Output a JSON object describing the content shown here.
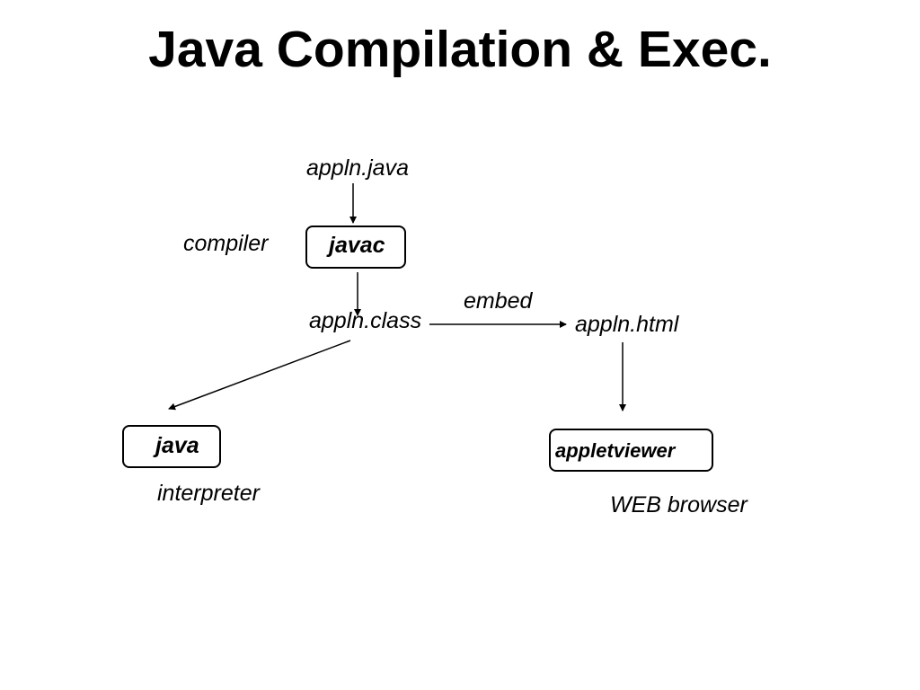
{
  "slide": {
    "title": "Java Compilation & Exec."
  },
  "nodes": {
    "source_file": "appln.java",
    "compiler_label": "compiler",
    "compiler_box": "javac",
    "class_file": "appln.class",
    "embed_label": "embed",
    "html_file": "appln.html",
    "interpreter_box": "java",
    "interpreter_label": "interpreter",
    "viewer_box": "appletviewer",
    "browser_label": "WEB browser"
  },
  "colors": {
    "ink": "#000000",
    "background": "#ffffff"
  }
}
